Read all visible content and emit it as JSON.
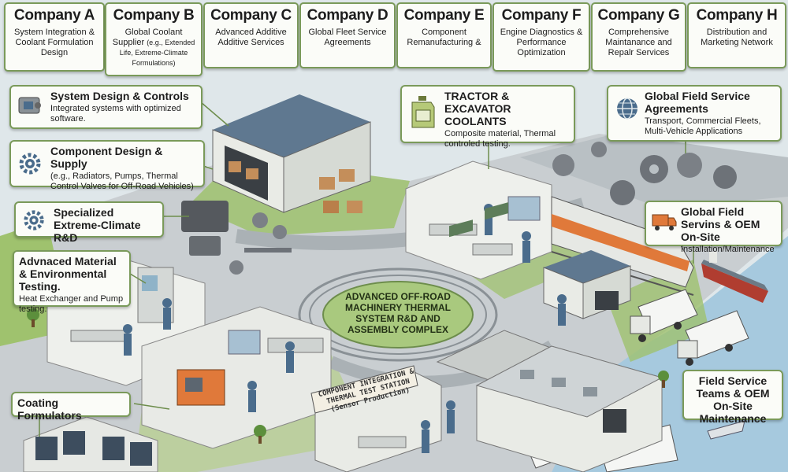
{
  "companies": [
    {
      "name": "Company A",
      "desc": "System Integration & Coolant Formulation Design",
      "note": ""
    },
    {
      "name": "Company B",
      "desc": "Global Coolant Supplier",
      "note": "(e.g., Extended Life, Extreme-Climate Formulations)"
    },
    {
      "name": "Company C",
      "desc": "Advanced Additive Additive Services",
      "note": ""
    },
    {
      "name": "Company D",
      "desc": "Global Fleet Service Agreements",
      "note": ""
    },
    {
      "name": "Company E",
      "desc": "Component Remanufacturing &",
      "note": ""
    },
    {
      "name": "Company F",
      "desc": "Engine Diagnostics & Performance Optimization",
      "note": ""
    },
    {
      "name": "Company G",
      "desc": "Comprehensive Maintanance and Repalr Services",
      "note": ""
    },
    {
      "name": "Company H",
      "desc": "Distribution and Marketing Network",
      "note": ""
    }
  ],
  "labels": {
    "system_design": {
      "title": "System Design & Controls",
      "desc": "Integrated systems with optimized software."
    },
    "component_design": {
      "title": "Component Design & Supply",
      "desc": "(e.g., Radiators, Pumps, Thermal Control Valves for Off-Road Vehicles)"
    },
    "extreme_climate": {
      "title": "Specialized Extreme-Climate R&D"
    },
    "material_testing": {
      "title": "Advnaced Material & Environmental Testing.",
      "desc": "Heat Exchanger and Pump testing."
    },
    "coating": {
      "title": "Coating Formulators"
    },
    "coolants": {
      "title": "TRACTOR & EXCAVATOR COOLANTS",
      "desc": "Composite material, Thermal controled testing."
    },
    "field_agreements": {
      "title": "Global Field Service Agreements",
      "desc": "Transport, Commercial Fleets, Multi-Vehicle Applications"
    },
    "field_servins": {
      "title": "Global Field Servins & OEM On-Site",
      "desc": "Installation/Maintenance"
    },
    "field_teams": {
      "title": "Field Service Teams & OEM On-Site Maintenance"
    }
  },
  "center_title": "ADVANCED OFF-ROAD MACHINERY THERMAL SYSTEM R&D AND ASSEMBLY COMPLEX",
  "test_station_sign": "COMPONENT INTEGRATION & THERMAL TEST STATION (Sensor Production)",
  "colors": {
    "card_border": "#7a9a5a",
    "ground": "#c9ced1",
    "grass": "#9fc26e",
    "water": "#a6c9de",
    "roof": "#5f7890",
    "wall": "#e9ebe6",
    "accent_orange": "#e0793a"
  },
  "icons": [
    "cpu-chip-icon",
    "gear-icon",
    "gear-icon",
    "coolant-jug-icon",
    "globe-icon",
    "truck-icon"
  ]
}
